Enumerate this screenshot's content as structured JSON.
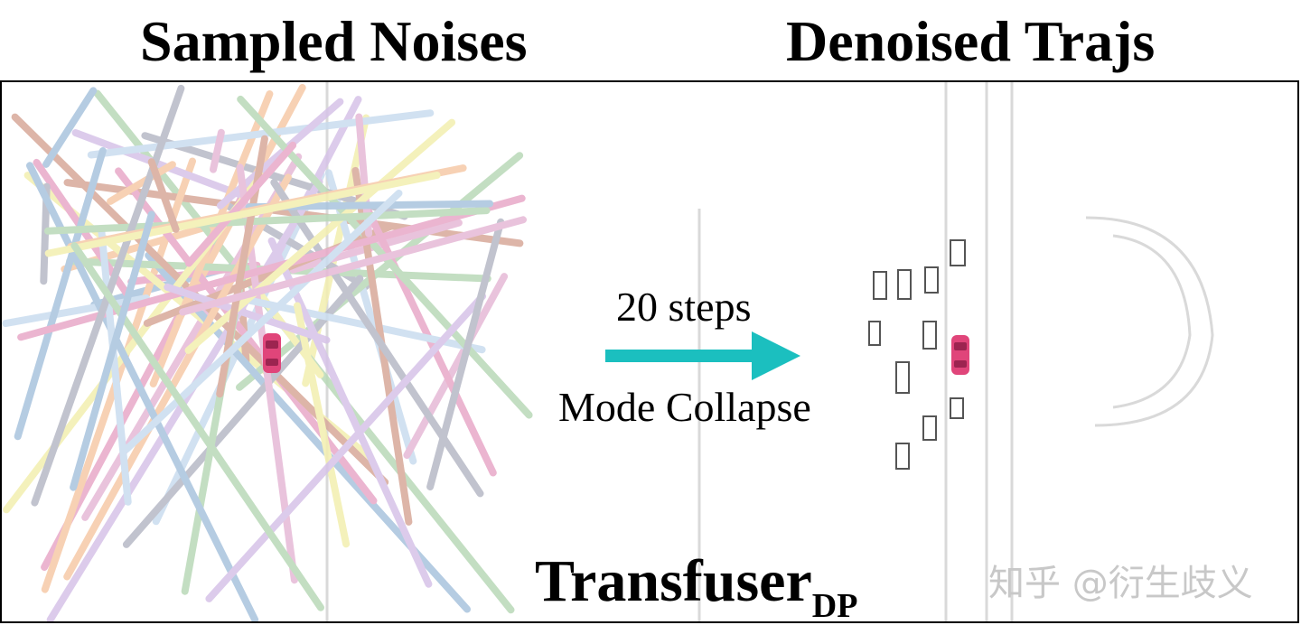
{
  "headings": {
    "left": "Sampled Noises",
    "right": "Denoised Trajs"
  },
  "arrow": {
    "top_label": "20 steps",
    "bottom_label": "Mode Collapse",
    "color": "#1bbfbf"
  },
  "model": {
    "name": "Transfuser",
    "subscript": "DP"
  },
  "watermark": "知乎 @衍生歧义",
  "colors": {
    "ego_car": "#e0457a",
    "denoised_traj": "#1a2a8a",
    "noise_palette": [
      "#f6c9a7",
      "#e8a9c8",
      "#c9dcef",
      "#d6c3e8",
      "#f3efb0",
      "#b9d9b8",
      "#d8a99a",
      "#b7b9c6",
      "#a9c4de",
      "#e6b9d6"
    ]
  }
}
